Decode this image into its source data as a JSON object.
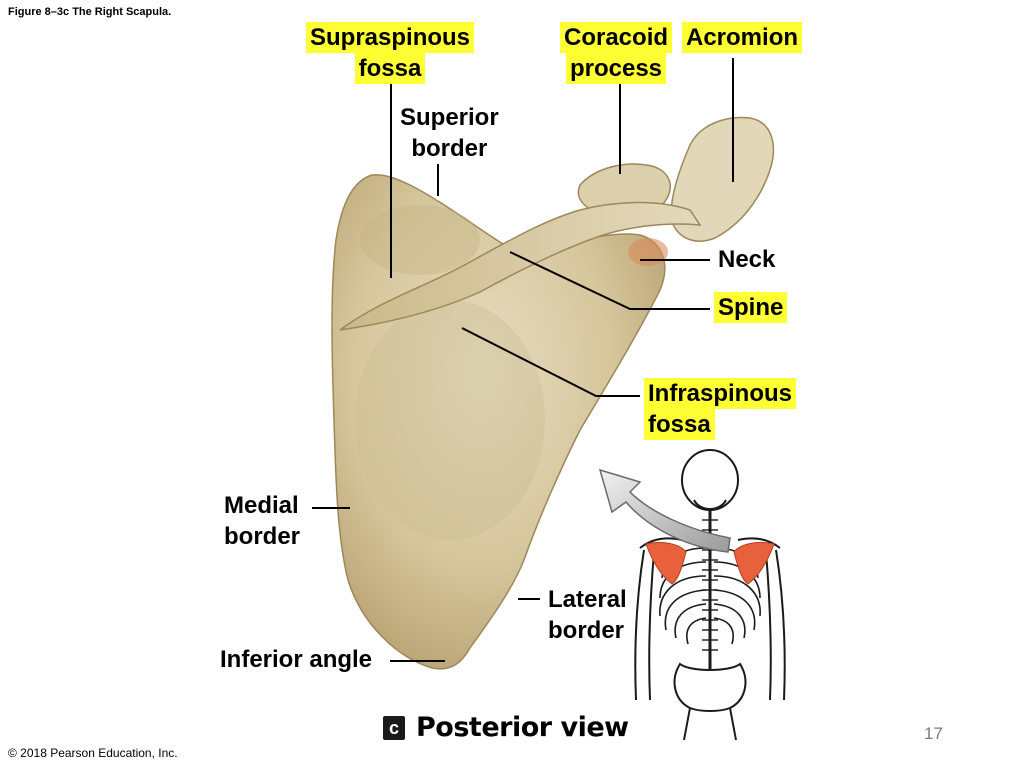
{
  "caption": "Figure 8–3c The Right Scapula.",
  "copyright": "© 2018 Pearson Education, Inc.",
  "page_number": "17",
  "view": {
    "badge": "c",
    "title": "Posterior view"
  },
  "labels": {
    "supraspinous_fossa": [
      "Supraspinous",
      "fossa"
    ],
    "coracoid_process": [
      "Coracoid",
      "process"
    ],
    "acromion": "Acromion",
    "superior_border": [
      "Superior",
      "border"
    ],
    "neck": "Neck",
    "spine": "Spine",
    "infraspinous_fossa": [
      "Infraspinous",
      "fossa"
    ],
    "medial_border": [
      "Medial",
      "border"
    ],
    "lateral_border": [
      "Lateral",
      "border"
    ],
    "inferior_angle": "Inferior angle"
  },
  "colors": {
    "highlight": "#ffff33",
    "bone": "#d9c9a0",
    "scapula_inset": "#e8603c"
  }
}
